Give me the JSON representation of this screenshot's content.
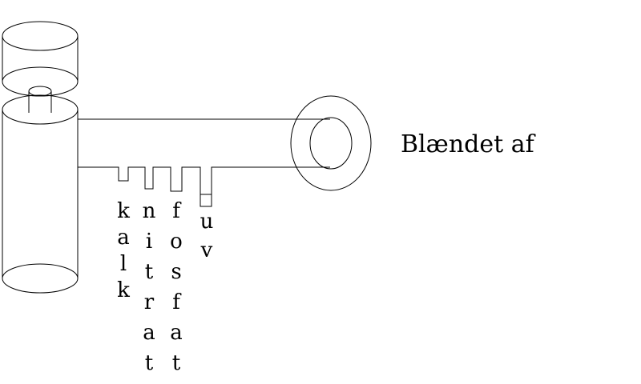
{
  "caption": "Blændet af",
  "columns": [
    {
      "id": "kalk",
      "letters": [
        "k",
        "a",
        "l",
        "k"
      ]
    },
    {
      "id": "nitrat",
      "letters": [
        "n",
        "i",
        "t",
        "r",
        "a",
        "t"
      ]
    },
    {
      "id": "fosfat",
      "letters": [
        "f",
        "o",
        "s",
        "f",
        "a",
        "t"
      ]
    },
    {
      "id": "uv",
      "letters": [
        "u",
        "v"
      ]
    }
  ]
}
